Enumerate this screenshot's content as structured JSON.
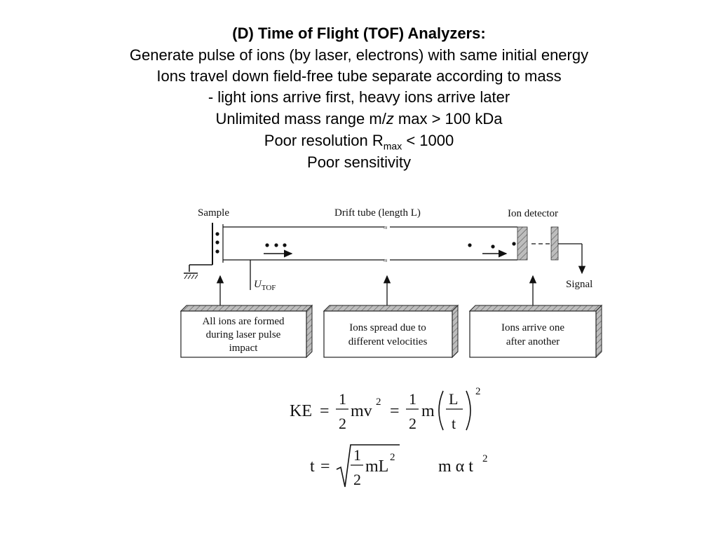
{
  "slide": {
    "title": "(D) Time of Flight (TOF) Analyzers:",
    "lines": [
      "Generate pulse of ions (by laser, electrons) with same initial energy",
      "Ions travel down field-free tube separate according to mass",
      "- light ions arrive first, heavy ions arrive later"
    ],
    "mass_range_prefix": "Unlimited mass range m/",
    "mass_range_z": "z",
    "mass_range_suffix": " max > 100 kDa",
    "resolution_prefix": "Poor resolution R",
    "resolution_sub": "max",
    "resolution_suffix": " < 1000",
    "sensitivity": "Poor sensitivity"
  },
  "diagram": {
    "sample_label": "Sample",
    "drift_tube_label": "Drift tube (length L)",
    "detector_label": "Ion detector",
    "voltage_label_main": "U",
    "voltage_label_sub": "TOF",
    "signal_label": "Signal",
    "boxes": [
      {
        "lines": [
          "All ions are formed",
          "during laser pulse",
          "impact"
        ]
      },
      {
        "lines": [
          "Ions spread due to",
          "different velocities"
        ]
      },
      {
        "lines": [
          "Ions arrive one",
          "after another"
        ]
      }
    ]
  },
  "equations": {
    "ke_lhs": "KE",
    "eq": "=",
    "one": "1",
    "two": "2",
    "mv": "mv",
    "m": "m",
    "L": "L",
    "t": "t",
    "exp2": "2",
    "mL": "mL",
    "m_alpha_t": "m α t"
  }
}
